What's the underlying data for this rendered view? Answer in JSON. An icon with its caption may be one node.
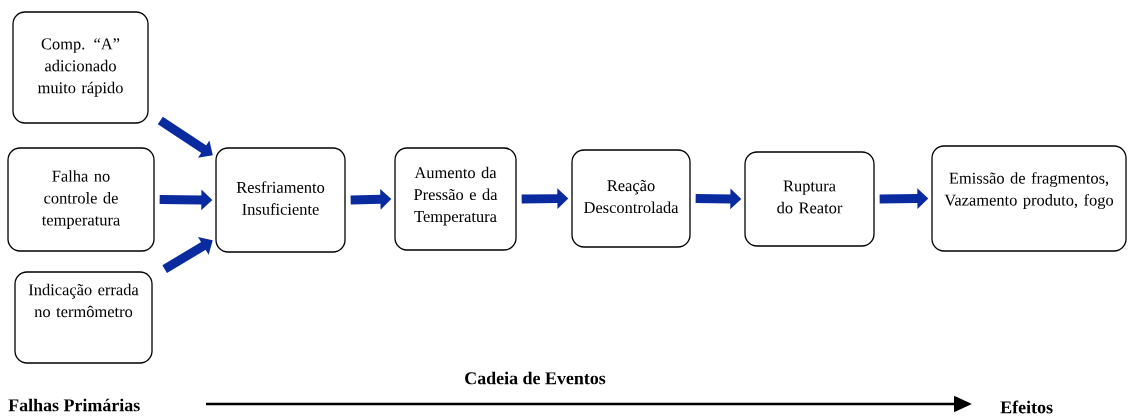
{
  "diagram": {
    "nodes": [
      {
        "text": [
          "Comp. “A” adicionado muito rápido"
        ]
      },
      {
        "text": [
          "Falha no controle de temperatura"
        ]
      },
      {
        "text": [
          "Indicação errada no termômetro"
        ]
      },
      {
        "text": [
          "Resfriamento Insuficiente"
        ]
      },
      {
        "text": [
          "Aumento da Pressão e da Temperatura"
        ]
      },
      {
        "text": [
          "Reação Descontrolada"
        ]
      },
      {
        "text": [
          "Ruptura do Reator"
        ]
      },
      {
        "text": [
          "Emissão de fragmentos, Vazamento produto, fogo"
        ]
      }
    ],
    "edges": [
      {
        "from": 0,
        "to": 3,
        "arrow": "to"
      },
      {
        "from": 1,
        "to": 3,
        "arrow": "to"
      },
      {
        "from": 2,
        "to": 3,
        "arrow": "to"
      },
      {
        "from": 3,
        "to": 4,
        "arrow": "to"
      },
      {
        "from": 4,
        "to": 5,
        "arrow": "to"
      },
      {
        "from": 5,
        "to": 6,
        "arrow": "to"
      },
      {
        "from": 6,
        "to": 7,
        "arrow": "to"
      }
    ],
    "labels": [
      "Cadeia de Eventos",
      "Falhas Primárias",
      "Efeitos"
    ]
  }
}
